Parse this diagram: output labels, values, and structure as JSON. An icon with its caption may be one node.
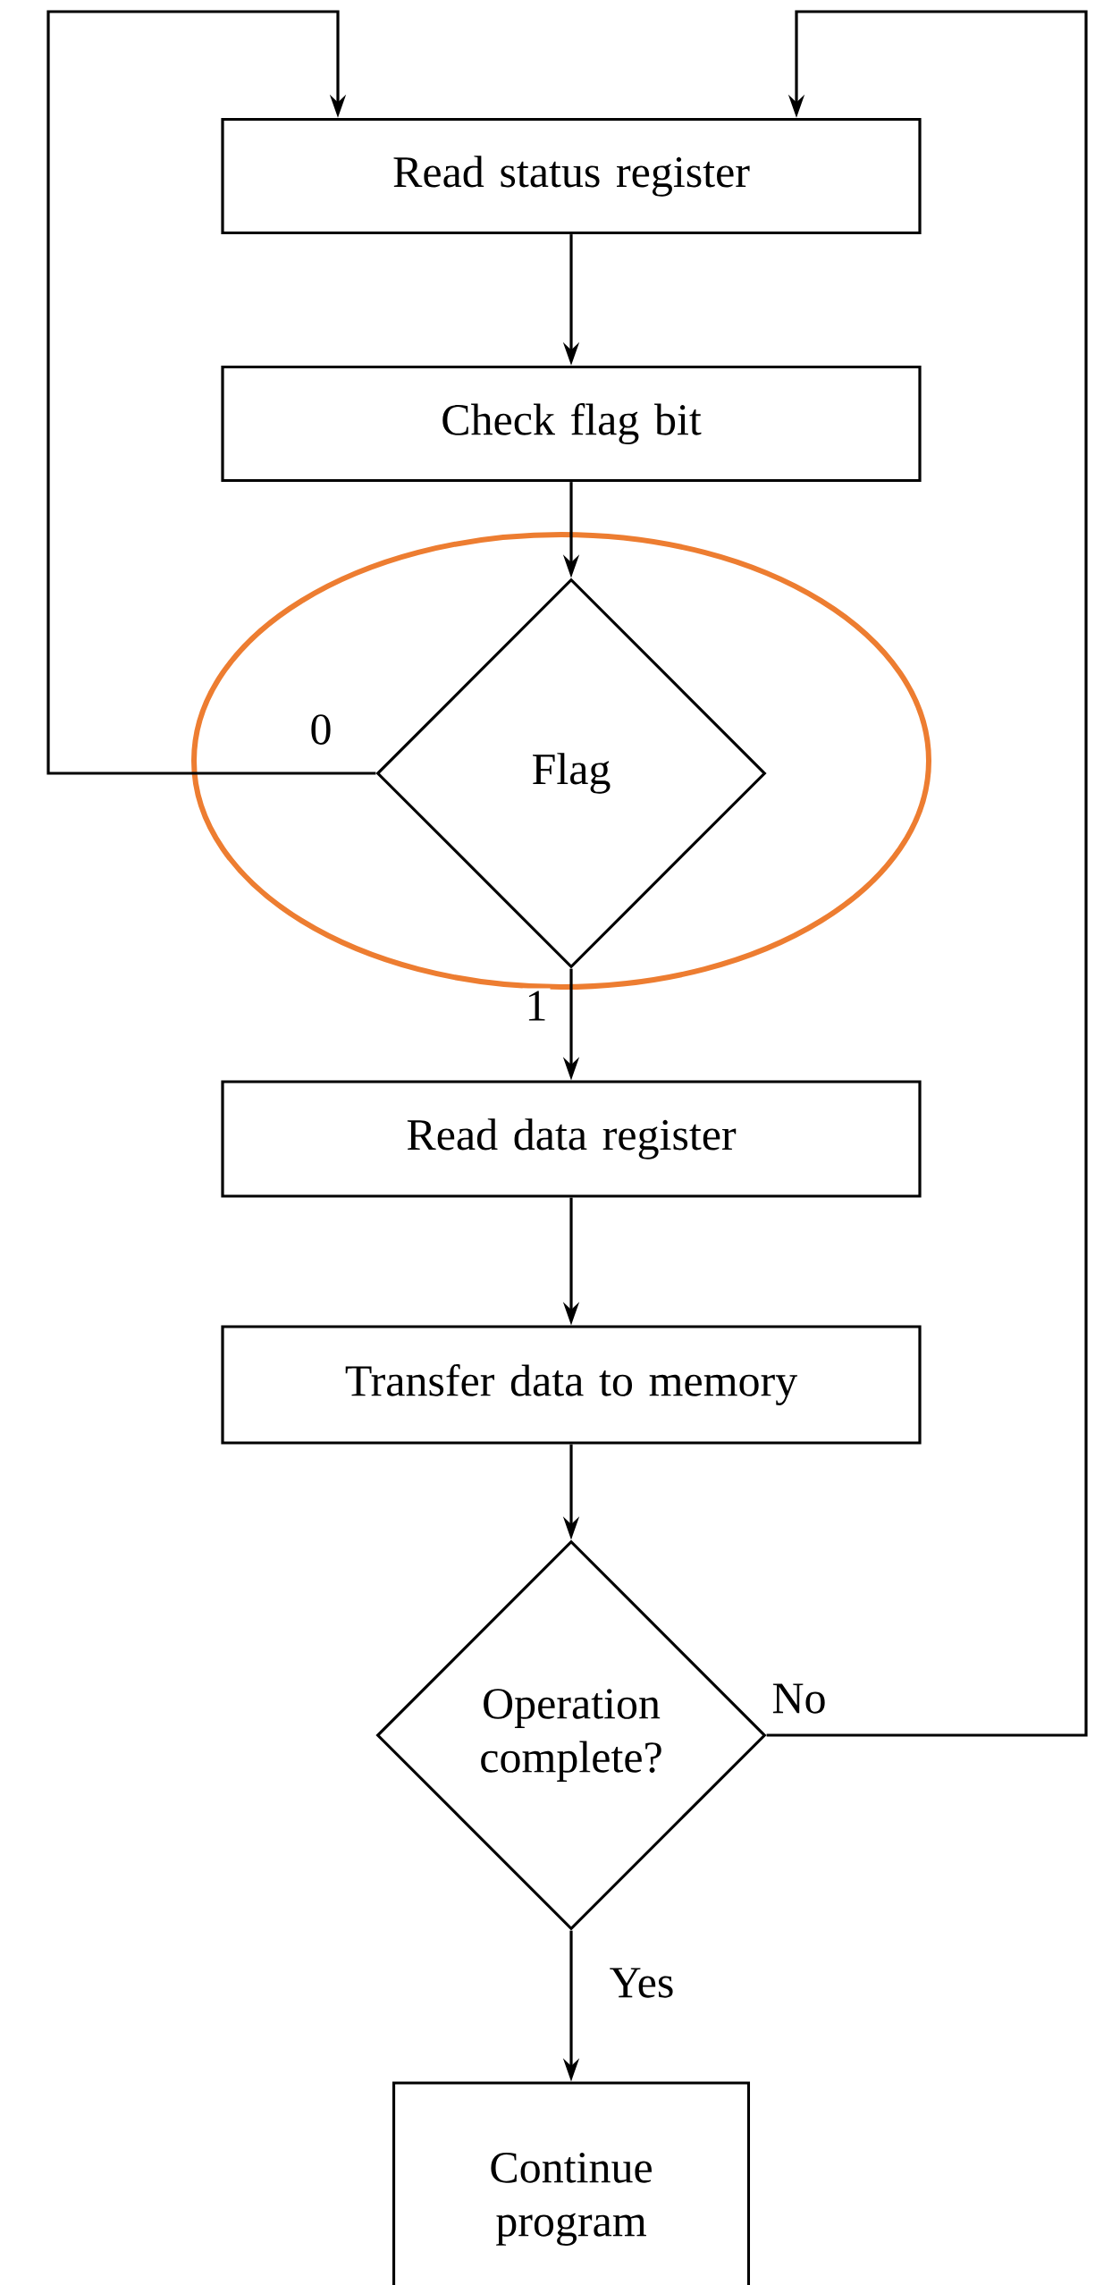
{
  "diagram": {
    "nodes": [
      {
        "text": [
          "Read status register"
        ]
      },
      {
        "text": [
          "Check flag bit"
        ]
      },
      {
        "text": [
          "Flag"
        ]
      },
      {
        "text": [
          "Read data register"
        ]
      },
      {
        "text": [
          "Transfer data to memory"
        ]
      },
      {
        "text": [
          "Operation complete?"
        ]
      },
      {
        "text": [
          "Continue program"
        ]
      }
    ],
    "edges": [
      {
        "from": 0,
        "to": 1,
        "arrow": "to"
      },
      {
        "from": 1,
        "to": 2,
        "arrow": "to"
      },
      {
        "from": 2,
        "to": 0,
        "arrow": "to",
        "label": "0"
      },
      {
        "from": 2,
        "to": 3,
        "arrow": "to",
        "label": "1"
      },
      {
        "from": 3,
        "to": 4,
        "arrow": "to"
      },
      {
        "from": 4,
        "to": 5,
        "arrow": "to"
      },
      {
        "from": 5,
        "to": 0,
        "arrow": "to",
        "label": "No"
      },
      {
        "from": 5,
        "to": 6,
        "arrow": "to",
        "label": "Yes"
      }
    ]
  }
}
